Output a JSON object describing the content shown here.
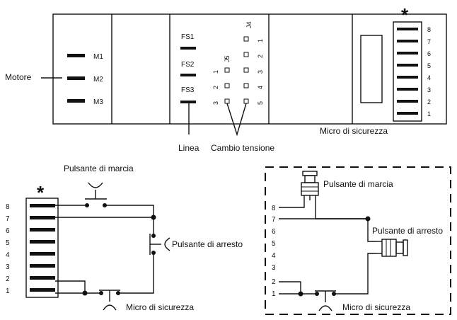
{
  "top_board": {
    "motor_terminals": [
      "M1",
      "M2",
      "M3"
    ],
    "motor_label": "Motore",
    "fuses": [
      "FS1",
      "FS2",
      "FS3"
    ],
    "j4_label": "J4",
    "j4_pins": [
      "1",
      "2",
      "3",
      "4",
      "5"
    ],
    "j5_label": "J5",
    "j5_pins": [
      "1",
      "2",
      "3"
    ],
    "line_label": "Linea",
    "voltage_label": "Cambio tensione",
    "micro_label": "Micro di sicurezza",
    "star": "*",
    "terminal_numbers": [
      "8",
      "7",
      "6",
      "5",
      "4",
      "3",
      "2",
      "1"
    ]
  },
  "left_diagram": {
    "star": "*",
    "terminal_numbers": [
      "8",
      "7",
      "6",
      "5",
      "4",
      "3",
      "2",
      "1"
    ],
    "start_button": "Pulsante di marcia",
    "stop_button": "Pulsante di arresto",
    "safety_micro": "Micro di sicurezza"
  },
  "right_diagram": {
    "terminal_numbers": [
      "8",
      "7",
      "6",
      "5",
      "4",
      "3",
      "2",
      "1"
    ],
    "start_button": "Pulsante di marcia",
    "stop_button": "Pulsante di arresto",
    "safety_micro": "Micro di sicurezza"
  }
}
